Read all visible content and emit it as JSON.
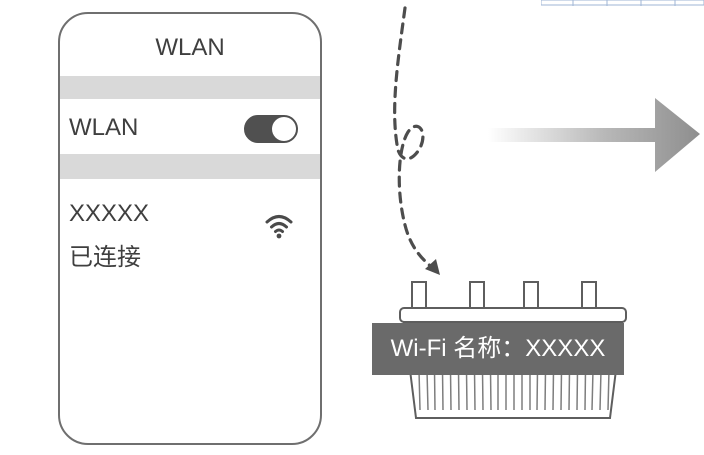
{
  "phone": {
    "title": "WLAN",
    "wlan_row": {
      "label": "WLAN",
      "toggle_state": "on"
    },
    "network": {
      "name": "XXXXX",
      "status": "已连接",
      "icon": "wifi-icon"
    }
  },
  "router": {
    "label": "Wi-Fi 名称：XXXXX",
    "antenna_count": 4,
    "icon": "router-icon"
  },
  "arrows": [
    {
      "icon": "dashed-arrow-icon",
      "style": "dashed",
      "points_to": "router"
    },
    {
      "icon": "arrow-right-icon",
      "style": "gradient"
    }
  ],
  "colors": {
    "outline": "#6f6f6f",
    "band": "#d9d9d9",
    "toggle_track": "#505050",
    "label_bg": "#6a6a6a",
    "label_text": "#ffffff",
    "text": "#3f3f3f"
  }
}
